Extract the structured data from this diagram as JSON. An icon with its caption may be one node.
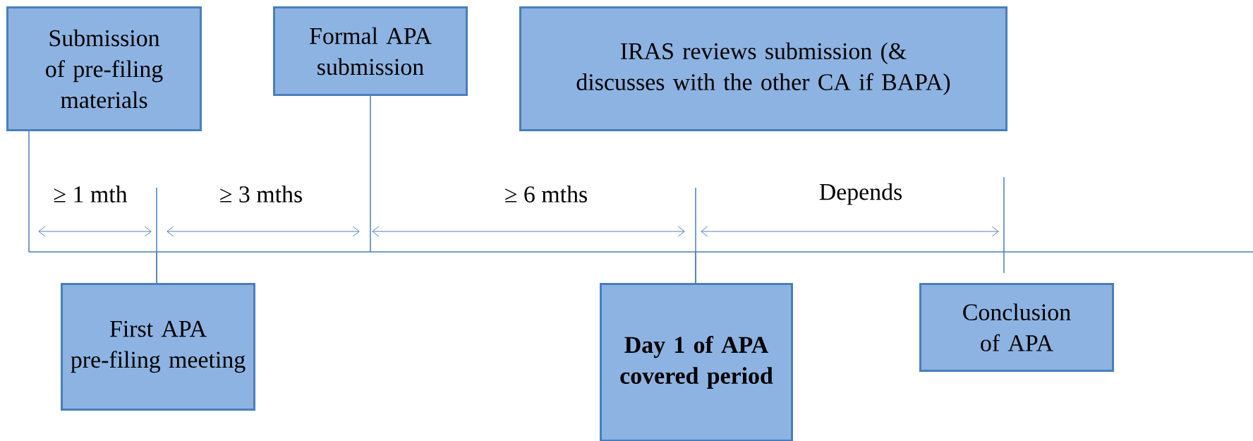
{
  "diagram": {
    "nodes": [
      {
        "text": [
          "Submission of pre-filing materials"
        ]
      },
      {
        "text": [
          "Formal APA submission"
        ]
      },
      {
        "text": [
          "IRAS reviews submission (& discusses with the other CA if BAPA)"
        ]
      },
      {
        "text": [
          "First APA pre-filing meeting"
        ]
      },
      {
        "text": [
          "Day 1 of APA covered period"
        ]
      },
      {
        "text": [
          "Conclusion of APA"
        ]
      }
    ],
    "edges": [
      {
        "from": 0,
        "to": null,
        "arrow": "none"
      },
      {
        "from": 1,
        "to": null,
        "arrow": "none"
      },
      {
        "from": 3,
        "to": null,
        "arrow": "none"
      },
      {
        "from": 4,
        "to": null,
        "arrow": "none"
      }
    ],
    "labels": [
      "≥ 1 mth",
      "≥ 3 mths",
      "≥ 6 mths",
      "Depends"
    ]
  }
}
